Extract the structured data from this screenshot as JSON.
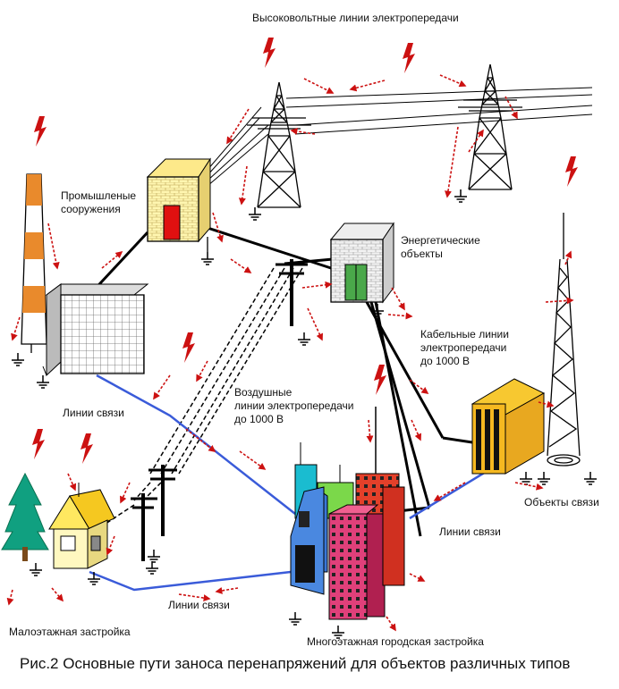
{
  "labels": {
    "hv_lines": "Высоковольтные линии электропередачи",
    "industrial": "Промышленые\nсооружения",
    "energy": "Энергетические\nобъекты",
    "cable_lines": "Кабельные линии\nэлектропередачи\nдо 1000 В",
    "overhead_lines": "Воздушные\nлинии электропередачи\nдо 1000 В",
    "comm_left": "Линии связи",
    "comm_bottom": "Линии связи",
    "comm_right": "Линии связи",
    "comm_objects": "Объекты связи",
    "lowrise": "Малоэтажная застройка",
    "highrise": "Многоэтажная городская застройка"
  },
  "caption": "Рис.2 Основные пути заноса перенапряжений для объектов различных типов",
  "colors": {
    "lightning": "#cc1111",
    "arrow": "#cc1111",
    "comm_line": "#3a5bd9",
    "power_line": "#000000",
    "brick": "#fff3a8",
    "chimney": "#e98a2c"
  },
  "icons": [
    "lightning-bolt-icon",
    "ground-symbol-icon",
    "transmission-tower-icon",
    "utility-pole-icon",
    "radio-tower-icon",
    "fir-tree-icon",
    "house-icon",
    "building-icon"
  ]
}
